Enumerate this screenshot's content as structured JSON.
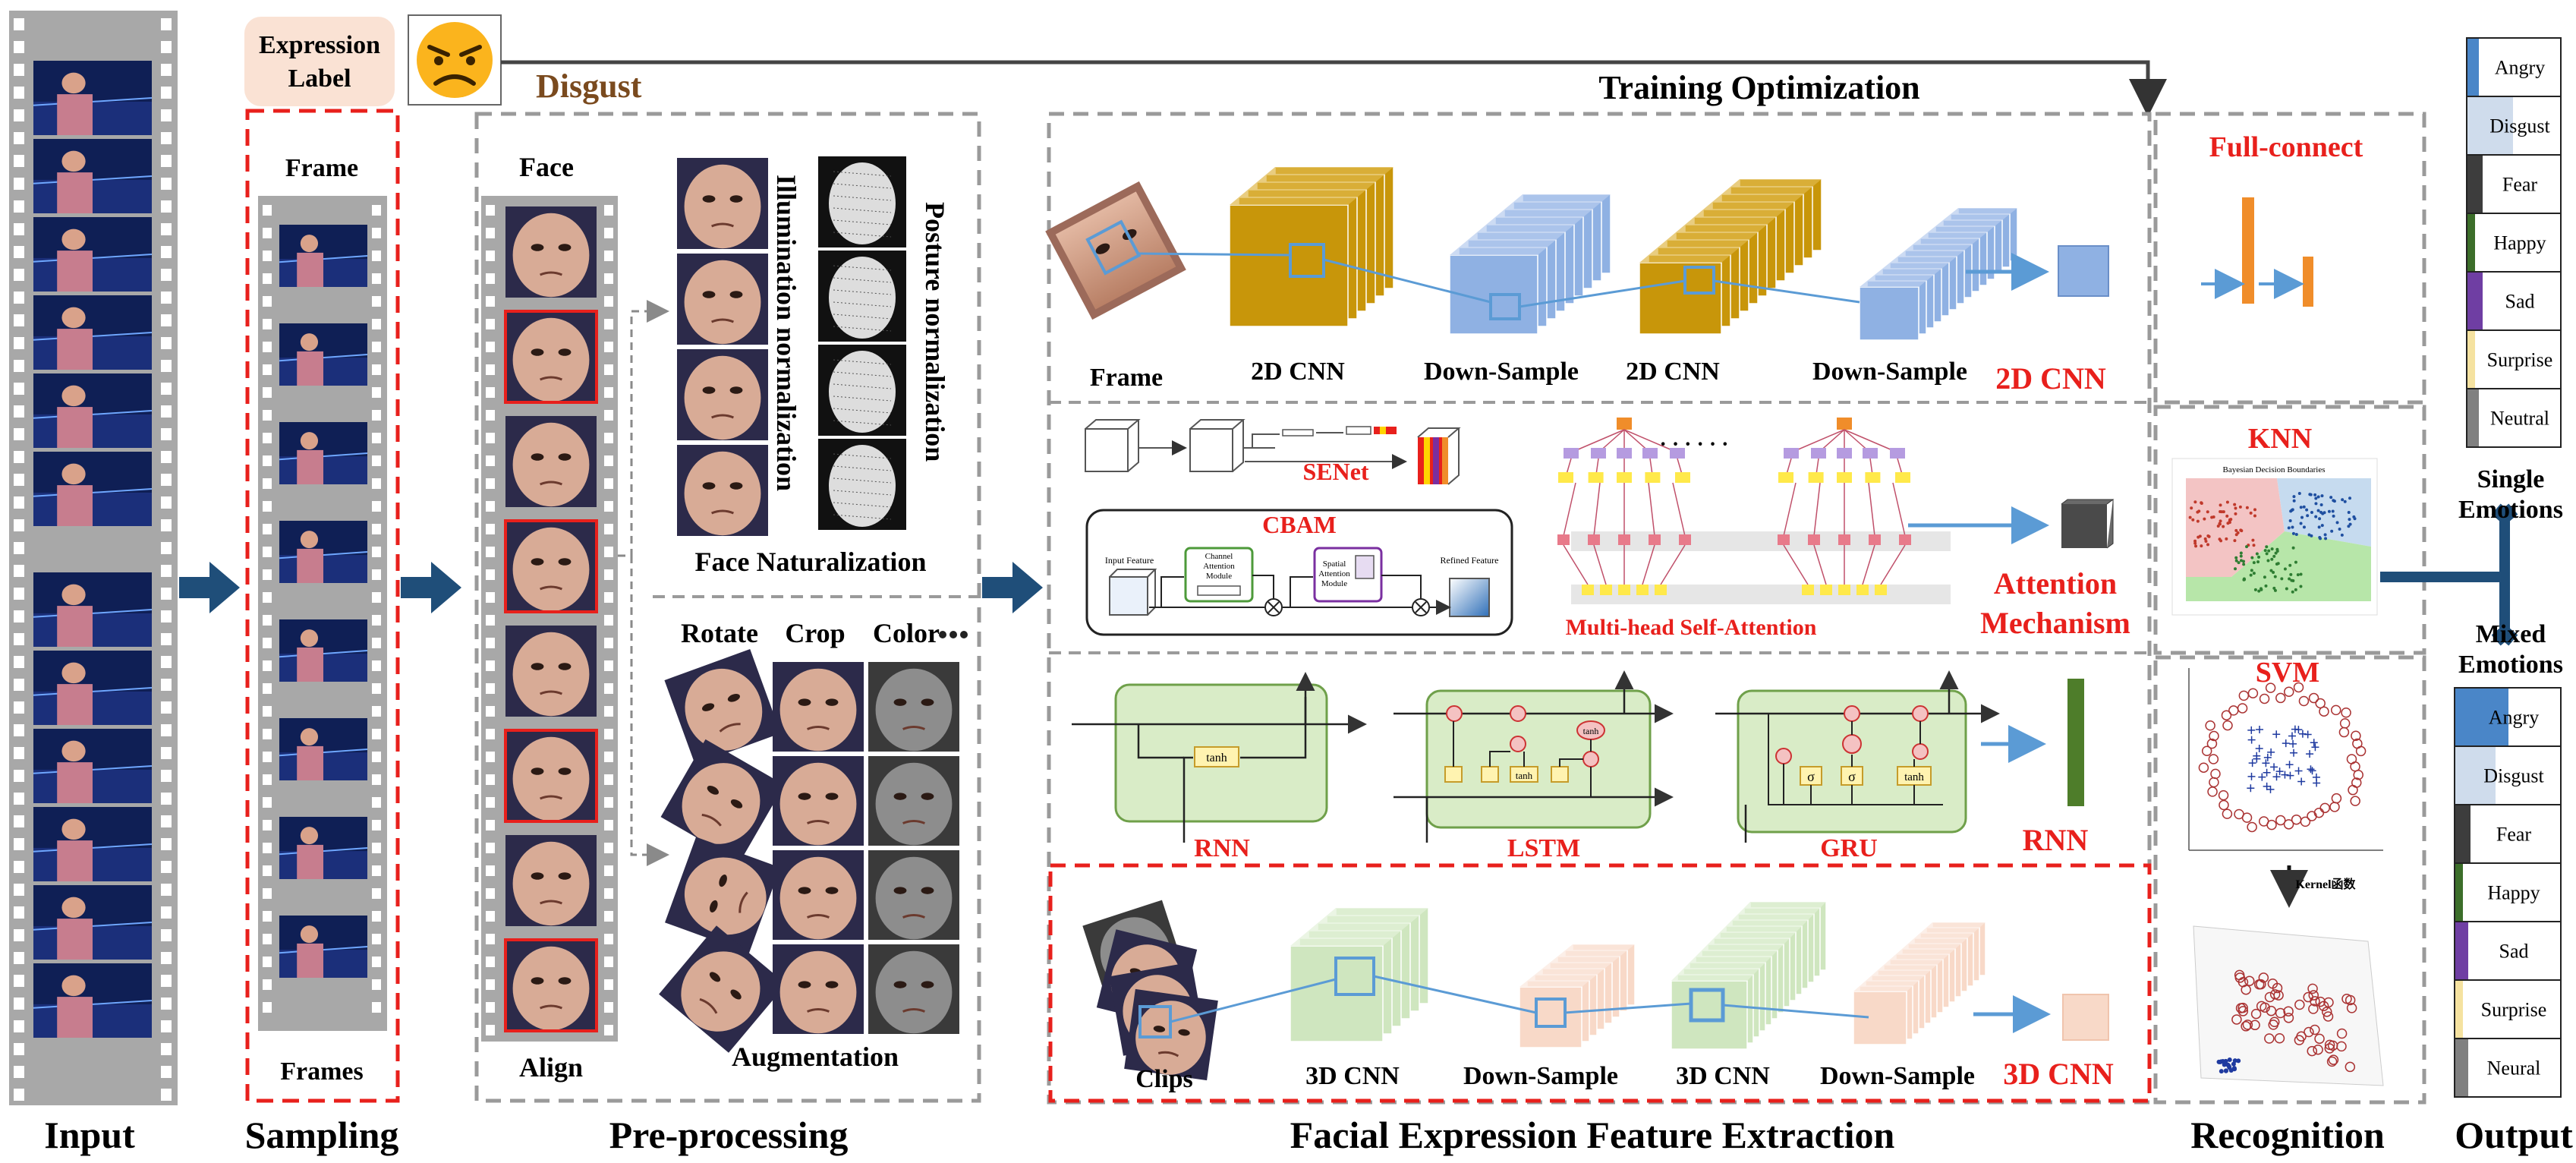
{
  "stage_labels": {
    "input": "Input",
    "sampling": "Sampling",
    "preprocessing": "Pre-processing",
    "extraction": "Facial Expression Feature Extraction",
    "recognition": "Recognition",
    "output": "Output"
  },
  "expression_label": {
    "line1": "Expression",
    "line2": "Label",
    "value": "Disgust"
  },
  "training_optimization": "Training Optimization",
  "sampling": {
    "frame": "Frame",
    "frames": "Frames"
  },
  "preprocessing": {
    "face": "Face",
    "align": "Align",
    "illumination": "Illumination normalization",
    "posture": "Posture normalization",
    "face_naturalization": "Face Naturalization",
    "rotate": "Rotate",
    "crop": "Crop",
    "color": "Color",
    "augmentation": "Augmentation"
  },
  "cnn2d": {
    "frame": "Frame",
    "cnn1": "2D CNN",
    "down1": "Down-Sample",
    "cnn2": "2D CNN",
    "down2": "Down-Sample",
    "title": "2D CNN"
  },
  "attention": {
    "senet": "SENet",
    "cbam": "CBAM",
    "input_feature": "Input Feature",
    "channel_attention_l1": "Channel",
    "channel_attention_l2": "Attention",
    "channel_attention_l3": "Module",
    "spatial_attention_l1": "Spatial",
    "spatial_attention_l2": "Attention",
    "spatial_attention_l3": "Module",
    "refined_feature": "Refined Feature",
    "mhsa": "Multi-head Self-Attention",
    "dots": "· · · · · ·",
    "title_l1": "Attention",
    "title_l2": "Mechanism"
  },
  "rnn": {
    "rnn": "RNN",
    "lstm": "LSTM",
    "gru": "GRU",
    "tanh": "tanh",
    "sigma": "σ",
    "title": "RNN"
  },
  "cnn3d": {
    "clips": "Clips",
    "cnn1": "3D CNN",
    "down1": "Down-Sample",
    "cnn2": "3D CNN",
    "down2": "Down-Sample",
    "title": "3D CNN"
  },
  "recognition": {
    "full_connect": "Full-connect",
    "knn": "KNN",
    "knn_plot_title": "Bayesian Decision Boundaries",
    "svm": "SVM",
    "kernel": "Kernel函数"
  },
  "single_emotions": {
    "title_l1": "Single",
    "title_l2": "Emotions",
    "items": [
      {
        "label": "Angry",
        "color": "#4a86c8",
        "level": 0.12
      },
      {
        "label": "Disgust",
        "color": "#cfdcec",
        "level": 0.48
      },
      {
        "label": "Fear",
        "color": "#3d3d3d",
        "level": 0.16
      },
      {
        "label": "Happy",
        "color": "#3c6e2a",
        "level": 0.07
      },
      {
        "label": "Sad",
        "color": "#6f3ea3",
        "level": 0.16
      },
      {
        "label": "Surprise",
        "color": "#f5e2a0",
        "level": 0.07
      },
      {
        "label": "Neutral",
        "color": "#808080",
        "level": 0.12
      }
    ]
  },
  "mixed_emotions": {
    "title_l1": "Mixed",
    "title_l2": "Emotions",
    "items": [
      {
        "label": "Angry",
        "color": "#4a86c8",
        "level": 0.5
      },
      {
        "label": "Disgust",
        "color": "#cfdcec",
        "level": 0.38
      },
      {
        "label": "Fear",
        "color": "#3d3d3d",
        "level": 0.14
      },
      {
        "label": "Happy",
        "color": "#3c6e2a",
        "level": 0.07
      },
      {
        "label": "Sad",
        "color": "#6f3ea3",
        "level": 0.12
      },
      {
        "label": "Surprise",
        "color": "#f5e2a0",
        "level": 0.07
      },
      {
        "label": "Neural",
        "color": "#808080",
        "level": 0.12
      }
    ]
  },
  "colors": {
    "red": "#e8201c",
    "gold": "#c8960a",
    "blue": "#8fb1e3",
    "green": "#cfe6bf",
    "peach": "#f8d9c8",
    "navy": "#1f4e79",
    "arrow_blue": "#5b9bd5",
    "brown": "#7a4a1e"
  }
}
